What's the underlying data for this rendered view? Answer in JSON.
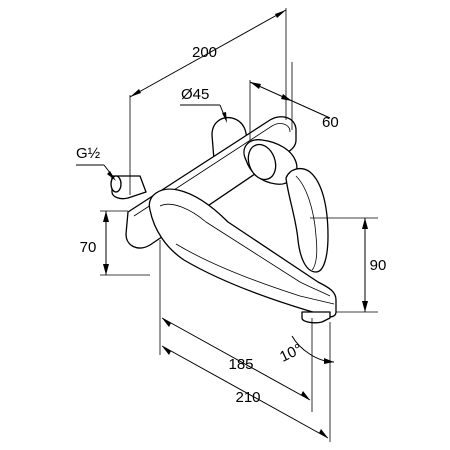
{
  "dimensions": {
    "width_total": "200",
    "flange_diameter": "Ø45",
    "depth": "60",
    "thread": "G½",
    "wall_height": "70",
    "spout_height": "90",
    "spout_reach": "185",
    "overall_reach": "210",
    "spout_angle": "10°"
  }
}
